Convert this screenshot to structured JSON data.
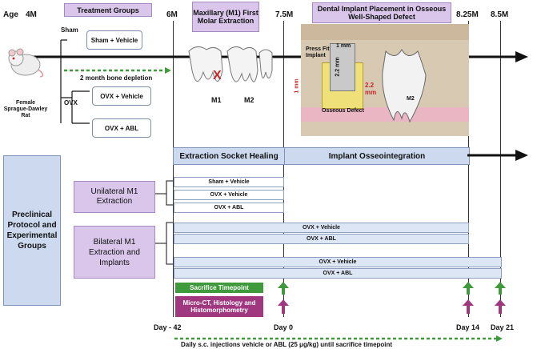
{
  "timeline": {
    "age_label": "Age",
    "t4m": "4M",
    "t6m": "6M",
    "t75m": "7.5M",
    "t825m": "8.25M",
    "t85m": "8.5M"
  },
  "headers": {
    "treatment_groups": "Treatment Groups",
    "extraction": "Maxillary (M1) First Molar Extraction",
    "implant": "Dental Implant Placement in Osseous Well-Shaped Defect"
  },
  "rat": {
    "label": "Female Sprague-Dawley Rat"
  },
  "groups": {
    "sham": "Sham",
    "ovx": "OVX",
    "sham_vehicle": "Sham + Vehicle",
    "ovx_vehicle": "OVX + Vehicle",
    "ovx_abl": "OVX + ABL",
    "depletion": "2 month bone depletion"
  },
  "teeth": {
    "m1": "M1",
    "m2": "M2",
    "x_mark": "X"
  },
  "inset": {
    "press_fit": "Press Fit Implant",
    "dim_1mm_top": "1 mm",
    "dim_22mm_v": "2.2 mm",
    "dim_1mm_side": "1 mm",
    "dim_22mm_h": "2.2 mm",
    "osseous_defect": "Osseous Defect",
    "m2": "M2"
  },
  "phases": {
    "healing": "Extraction Socket Healing",
    "osseo": "Implant Osseointegration"
  },
  "protocol": {
    "title": "Preclinical Protocol and Experimental Groups",
    "unilateral": "Unilateral M1 Extraction",
    "bilateral": "Bilateral M1 Extraction and Implants",
    "uni_rows": [
      "Sham + Vehicle",
      "OVX + Vehicle",
      "OVX + ABL"
    ],
    "bi_rows_a": [
      "OVX + Vehicle",
      "OVX + ABL"
    ],
    "bi_rows_b": [
      "OVX + Vehicle",
      "OVX + ABL"
    ]
  },
  "legend": {
    "sacrifice": "Sacrifice Timepoint",
    "microct": "Micro-CT, Histology and Histomorphometry"
  },
  "days": {
    "d_42": "Day - 42",
    "d0": "Day 0",
    "d14": "Day 14",
    "d21": "Day 21"
  },
  "footer": "Daily s.c. injections vehicle or ABL (25 μg/kg) until sacrifice timepoint",
  "colors": {
    "green": "#3f9a3b",
    "magenta": "#a1377f",
    "lavender": "#d9c6ea",
    "blue": "#ccd9ef"
  }
}
